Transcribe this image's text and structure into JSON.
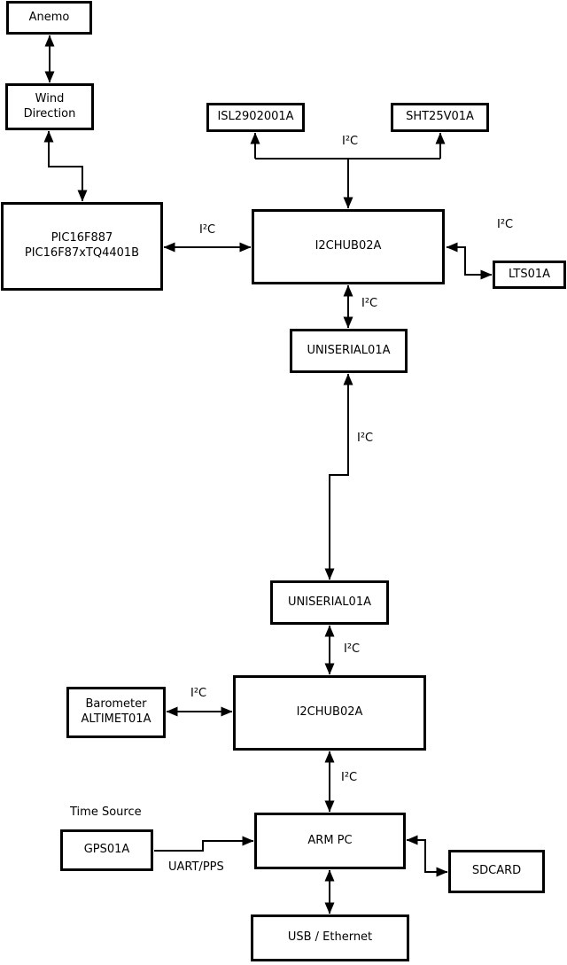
{
  "nodes": {
    "anemo": {
      "label": "Anemo"
    },
    "wind_direction": {
      "line1": "Wind",
      "line2": "Direction"
    },
    "pic": {
      "line1": "PIC16F887",
      "line2": "PIC16F87xTQ4401B"
    },
    "isl": {
      "label": "ISL2902001A"
    },
    "sht": {
      "label": "SHT25V01A"
    },
    "hub1": {
      "label": "I2CHUB02A"
    },
    "lts": {
      "label": "LTS01A"
    },
    "uniserial1": {
      "label": "UNISERIAL01A"
    },
    "uniserial2": {
      "label": "UNISERIAL01A"
    },
    "hub2": {
      "label": "I2CHUB02A"
    },
    "barometer": {
      "line1": "Barometer",
      "line2": "ALTIMET01A"
    },
    "arm_pc": {
      "label": "ARM PC"
    },
    "gps": {
      "label": "GPS01A"
    },
    "sdcard": {
      "label": "SDCARD"
    },
    "usb_ethernet": {
      "label": "USB / Ethernet"
    }
  },
  "edge_labels": {
    "bus_top_i2c": "I²C",
    "pic_hub1_i2c": "I²C",
    "hub1_lts_i2c": "I²C",
    "hub1_uniserial1_i2c": "I²C",
    "uniserial1_uniserial2_i2c": "I²C",
    "uniserial2_hub2_i2c": "I²C",
    "barometer_hub2_i2c": "I²C",
    "hub2_arm_pc_i2c": "I²C"
  },
  "annotations": {
    "time_source": "Time Source",
    "uart_pps": "UART/PPS"
  },
  "colors": {
    "stroke": "#000000",
    "background": "#ffffff",
    "text": "#000000"
  }
}
